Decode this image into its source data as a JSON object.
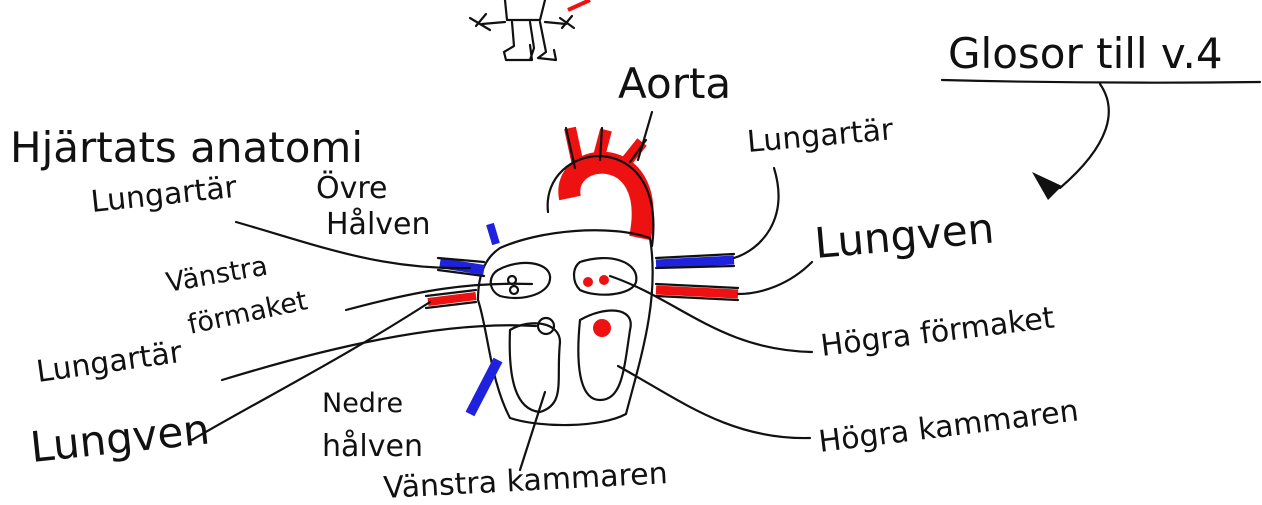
{
  "title": "Hjärtats anatomi",
  "subtitle": "Glosor till v.4",
  "labels": {
    "aorta": "Aorta",
    "lungartar_left_top": "Lungartär",
    "ovre": "Övre",
    "halven_top": "Hålven",
    "vanstra": "Vänstra",
    "formaket_left": "förmaket",
    "lungartar_left_mid": "Lungartär",
    "lungven_left": "Lungven",
    "nedre": "Nedre",
    "halven_bottom": "hålven",
    "vanstra_kammaren": "Vänstra kammaren",
    "lungartar_right": "Lungartär",
    "lungven_right": "Lungven",
    "hogra_formaket": "Högra förmaket",
    "hogra_kammaren": "Högra kammaren"
  },
  "colors": {
    "ink": "#111111",
    "artery_red": "#ee1111",
    "vein_blue": "#1f22dd"
  }
}
